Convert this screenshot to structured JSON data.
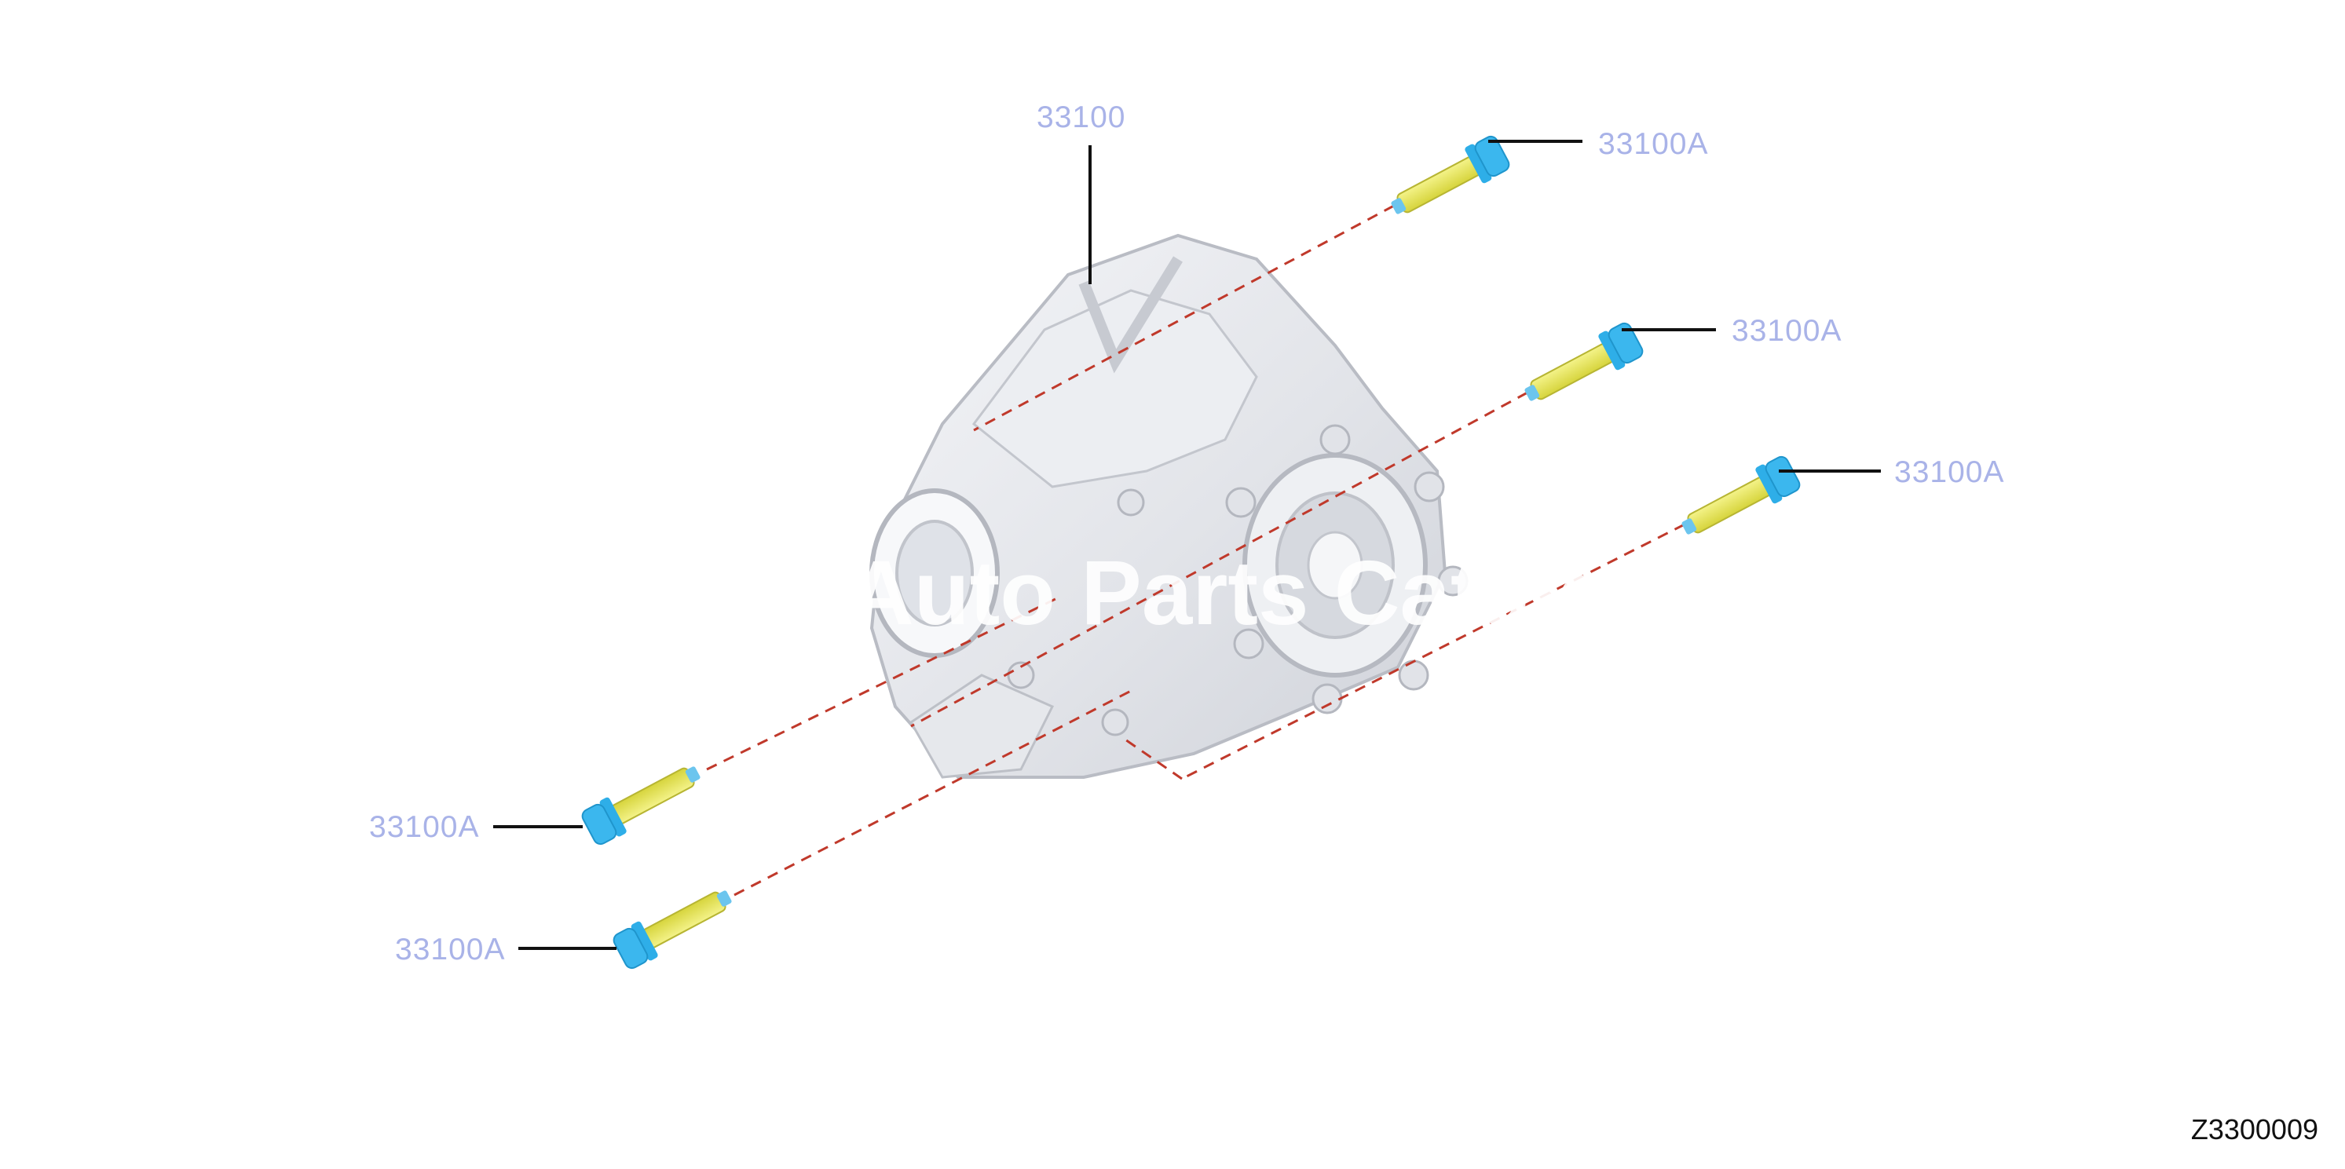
{
  "diagram": {
    "main_part_label": "33100",
    "bolt_labels": [
      "33100A",
      "33100A",
      "33100A",
      "33100A",
      "33100A"
    ],
    "watermark": "Auto Parts Catalog",
    "figure_id": "Z3300009",
    "colors": {
      "callout_text": "#a9b3e8",
      "leader_line": "#111111",
      "dashed_line": "#c0392b",
      "bolt_head": "#2eaee8",
      "bolt_thread": "#e8e65a",
      "housing": "#e3e5ea"
    },
    "icons": [
      "transfer-case-housing",
      "bolt-icon"
    ]
  }
}
